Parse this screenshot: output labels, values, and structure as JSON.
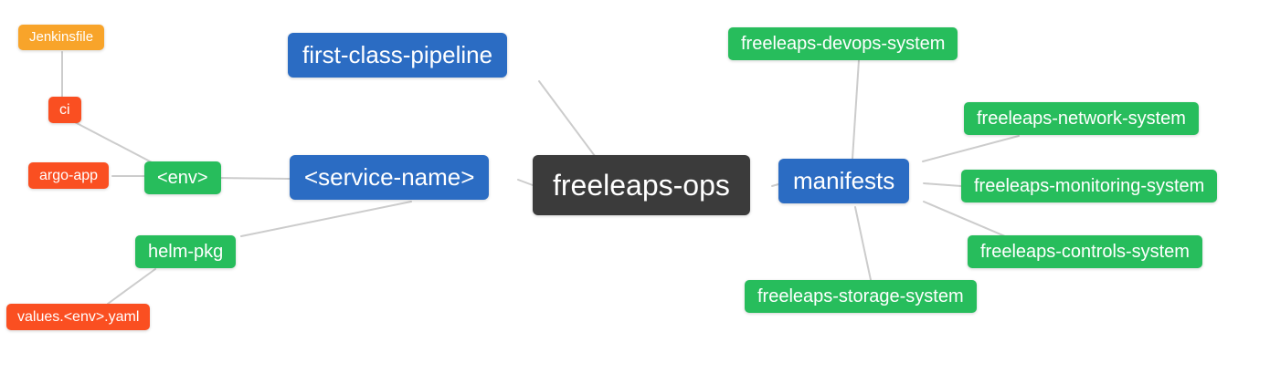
{
  "diagram": {
    "type": "mindmap",
    "root_id": "freeleaps-ops",
    "colors": {
      "background": "#ffffff",
      "edge": "#cccccc",
      "text": "#ffffff",
      "root_node": "#3b3b3b",
      "level1_node": "#2b6cc3",
      "level2_node": "#27bd5c",
      "level3_node": "#fa4f21",
      "level4_node": "#f8a42a"
    },
    "nodes": [
      {
        "id": "freeleaps-ops",
        "label": "freeleaps-ops",
        "level": 0
      },
      {
        "id": "first-class-pipeline",
        "label": "first-class-pipeline",
        "level": 1
      },
      {
        "id": "service-name",
        "label": "<service-name>",
        "level": 1
      },
      {
        "id": "manifests",
        "label": "manifests",
        "level": 1
      },
      {
        "id": "env",
        "label": "<env>",
        "level": 2
      },
      {
        "id": "helm-pkg",
        "label": "helm-pkg",
        "level": 2
      },
      {
        "id": "freeleaps-devops-system",
        "label": "freeleaps-devops-system",
        "level": 2
      },
      {
        "id": "freeleaps-network-system",
        "label": "freeleaps-network-system",
        "level": 2
      },
      {
        "id": "freeleaps-monitoring-system",
        "label": "freeleaps-monitoring-system",
        "level": 2
      },
      {
        "id": "freeleaps-controls-system",
        "label": "freeleaps-controls-system",
        "level": 2
      },
      {
        "id": "freeleaps-storage-system",
        "label": "freeleaps-storage-system",
        "level": 2
      },
      {
        "id": "ci",
        "label": "ci",
        "level": 3
      },
      {
        "id": "argo-app",
        "label": "argo-app",
        "level": 3
      },
      {
        "id": "values-env-yaml",
        "label": "values.<env>.yaml",
        "level": 3
      },
      {
        "id": "jenkinsfile",
        "label": "Jenkinsfile",
        "level": 4
      }
    ],
    "edges": [
      {
        "from": "jenkinsfile",
        "to": "ci"
      },
      {
        "from": "ci",
        "to": "env"
      },
      {
        "from": "argo-app",
        "to": "env"
      },
      {
        "from": "env",
        "to": "service-name"
      },
      {
        "from": "helm-pkg",
        "to": "service-name"
      },
      {
        "from": "values-env-yaml",
        "to": "helm-pkg"
      },
      {
        "from": "service-name",
        "to": "freeleaps-ops"
      },
      {
        "from": "first-class-pipeline",
        "to": "freeleaps-ops"
      },
      {
        "from": "freeleaps-ops",
        "to": "manifests"
      },
      {
        "from": "manifests",
        "to": "freeleaps-devops-system"
      },
      {
        "from": "manifests",
        "to": "freeleaps-network-system"
      },
      {
        "from": "manifests",
        "to": "freeleaps-monitoring-system"
      },
      {
        "from": "manifests",
        "to": "freeleaps-controls-system"
      },
      {
        "from": "manifests",
        "to": "freeleaps-storage-system"
      }
    ]
  }
}
